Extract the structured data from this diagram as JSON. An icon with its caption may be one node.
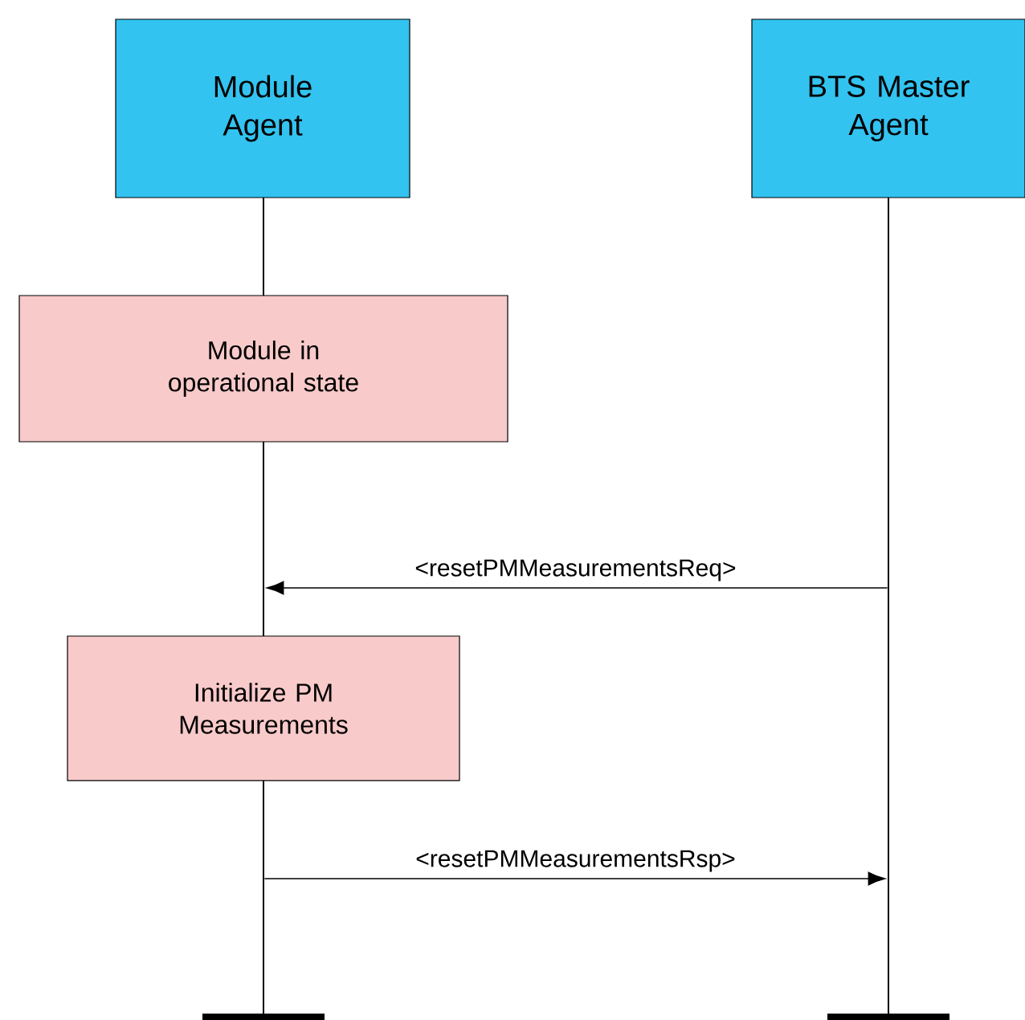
{
  "diagram": {
    "nodes": [
      {
        "text": [
          "Module Agent"
        ]
      },
      {
        "text": [
          "BTS Master Agent"
        ]
      },
      {
        "text": [],
        "shape": "line"
      },
      {
        "text": [],
        "shape": "line"
      },
      {
        "text": [],
        "shape": "line"
      },
      {
        "text": [],
        "shape": "line"
      },
      {
        "text": [
          "Module in operational state"
        ]
      },
      {
        "text": [
          "Initialize PM Measurements"
        ]
      }
    ],
    "edges": [
      {
        "from": 5,
        "to": 3,
        "arrow": "to",
        "label": "<resetPMMeasurementsReq>"
      },
      {
        "from": 4,
        "to": 5,
        "arrow": "to",
        "label": "<resetPMMeasurementsRsp>"
      }
    ]
  }
}
